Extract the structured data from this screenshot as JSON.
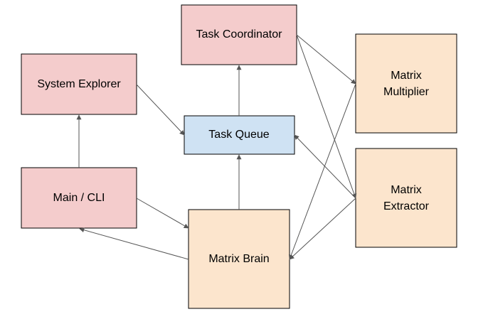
{
  "diagram": {
    "colors": {
      "pink": "#f4cccc",
      "peach": "#fce5cd",
      "blue": "#cfe2f3",
      "stroke": "#000000",
      "arrow": "#555555"
    },
    "nodes": {
      "task_coordinator": {
        "label": "Task Coordinator"
      },
      "system_explorer": {
        "label": "System Explorer"
      },
      "task_queue": {
        "label": "Task Queue"
      },
      "main_cli": {
        "label": "Main / CLI"
      },
      "matrix_brain": {
        "label": "Matrix Brain"
      },
      "matrix_multiplier": {
        "lines": [
          "Matrix",
          "Multiplier"
        ]
      },
      "matrix_extractor": {
        "lines": [
          "Matrix",
          "Extractor"
        ]
      }
    },
    "edges": [
      {
        "from": "Task Queue",
        "to": "Task Coordinator"
      },
      {
        "from": "Main / CLI",
        "to": "System Explorer"
      },
      {
        "from": "System Explorer",
        "to": "Task Queue"
      },
      {
        "from": "Matrix Brain",
        "to": "Task Queue"
      },
      {
        "from": "Main / CLI",
        "to": "Matrix Brain"
      },
      {
        "from": "Matrix Brain",
        "to": "Main / CLI"
      },
      {
        "from": "Task Coordinator",
        "to": "Matrix Multiplier"
      },
      {
        "from": "Task Coordinator",
        "to": "Matrix Extractor"
      },
      {
        "from": "Matrix Extractor",
        "to": "Task Queue"
      },
      {
        "from": "Matrix Extractor",
        "to": "Matrix Brain"
      },
      {
        "from": "Matrix Multiplier",
        "to": "Matrix Brain"
      }
    ]
  }
}
